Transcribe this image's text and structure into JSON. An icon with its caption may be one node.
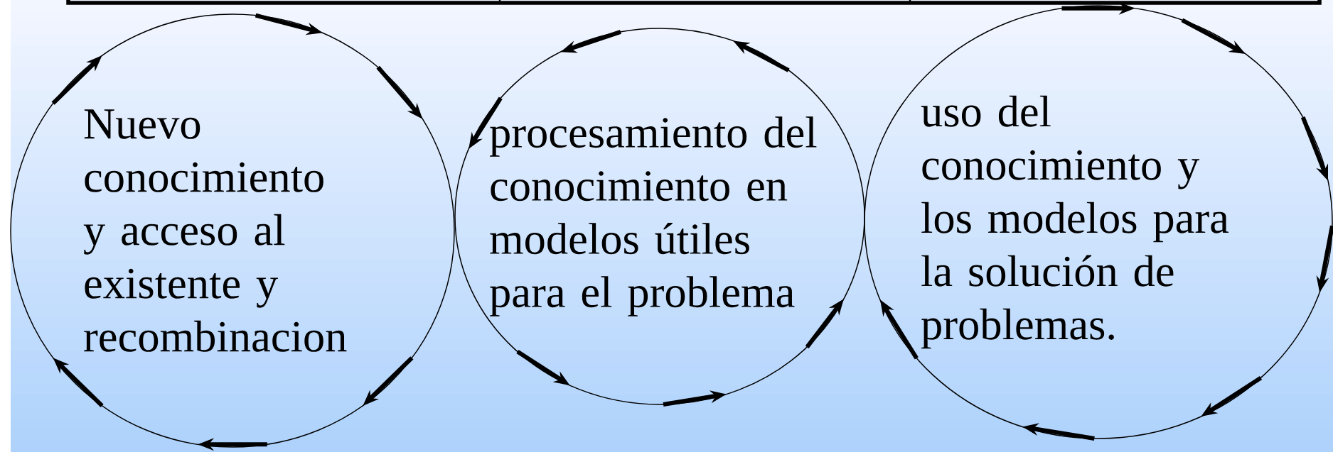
{
  "diagram": {
    "nodes": [
      {
        "text": [
          "Nuevo conocimiento y acceso al existente y recombinacion"
        ]
      },
      {
        "text": [
          "procesamiento del conocimiento en modelos útiles para el problema"
        ]
      },
      {
        "text": [
          "uso del conocimiento y los modelos para la solución de problemas."
        ]
      }
    ]
  }
}
